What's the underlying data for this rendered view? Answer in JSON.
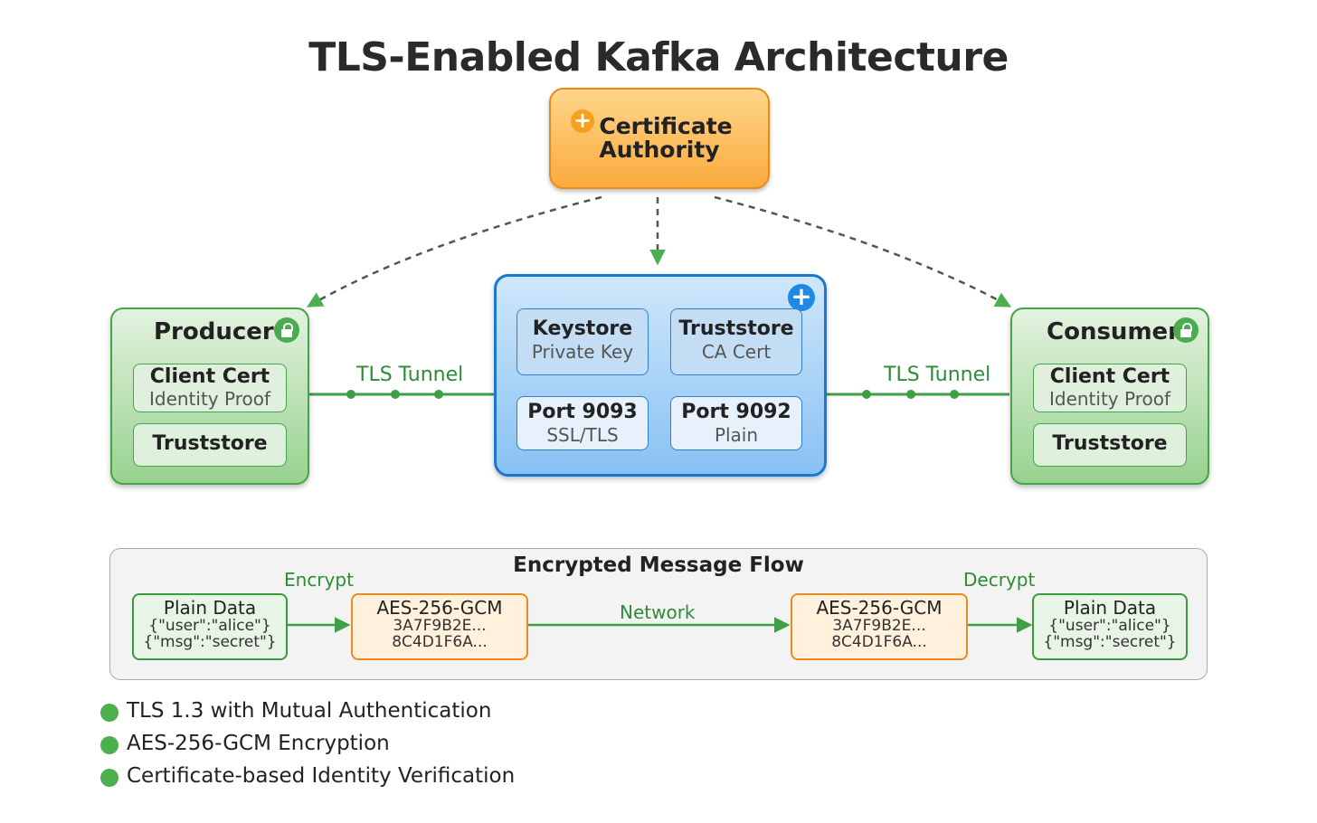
{
  "title": "TLS-Enabled Kafka Architecture",
  "certificate_authority": {
    "line1": "Certificate",
    "line2": "Authority",
    "icon": "plus-circle-icon",
    "colors": {
      "fill_top": "#fed68b",
      "fill_bottom": "#fbaa3c",
      "border": "#e88a1a"
    }
  },
  "producer": {
    "title": "Producer",
    "icon": "lock-icon",
    "client_cert": {
      "title": "Client Cert",
      "subtitle": "Identity Proof"
    },
    "truststore": {
      "title": "Truststore"
    }
  },
  "consumer": {
    "title": "Consumer",
    "icon": "lock-icon",
    "client_cert": {
      "title": "Client Cert",
      "subtitle": "Identity Proof"
    },
    "truststore": {
      "title": "Truststore"
    }
  },
  "broker": {
    "icon": "plus-circle-icon",
    "keystore": {
      "title": "Keystore",
      "subtitle": "Private Key"
    },
    "truststore": {
      "title": "Truststore",
      "subtitle": "CA Cert"
    },
    "port_ssl": {
      "title": "Port 9093",
      "subtitle": "SSL/TLS"
    },
    "port_plain": {
      "title": "Port 9092",
      "subtitle": "Plain"
    }
  },
  "tunnels": {
    "left": "TLS Tunnel",
    "right": "TLS Tunnel"
  },
  "flow": {
    "title": "Encrypted Message Flow",
    "plain_left": {
      "title": "Plain Data",
      "line1": "{\"user\":\"alice\"}",
      "line2": "{\"msg\":\"secret\"}"
    },
    "cipher_left": {
      "title": "AES-256-GCM",
      "line1": "3A7F9B2E...",
      "line2": "8C4D1F6A..."
    },
    "cipher_right": {
      "title": "AES-256-GCM",
      "line1": "3A7F9B2E...",
      "line2": "8C4D1F6A..."
    },
    "plain_right": {
      "title": "Plain Data",
      "line1": "{\"user\":\"alice\"}",
      "line2": "{\"msg\":\"secret\"}"
    },
    "labels": {
      "encrypt": "Encrypt",
      "network": "Network",
      "decrypt": "Decrypt"
    }
  },
  "legend": [
    "TLS 1.3 with Mutual Authentication",
    "AES-256-GCM Encryption",
    "Certificate-based Identity Verification"
  ],
  "colors": {
    "green": "#4caf50",
    "blue": "#1a78d0",
    "orange": "#ec8a22",
    "link_green": "#3e9f44"
  }
}
